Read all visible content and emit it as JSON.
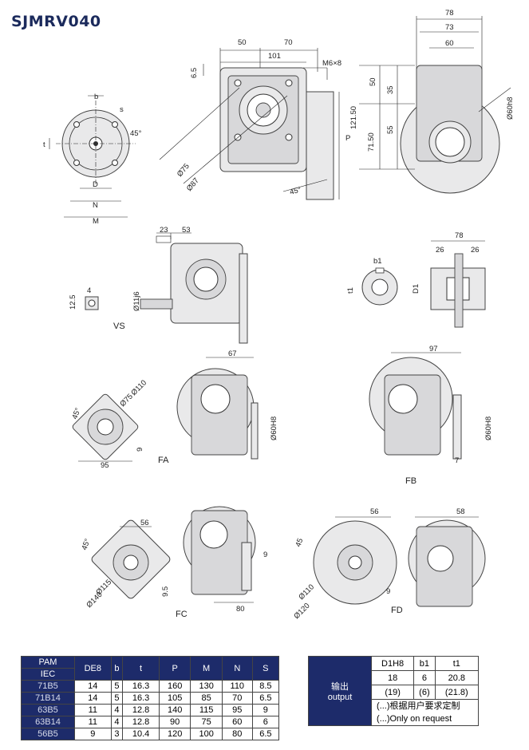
{
  "title": "SJMRV040",
  "labels": {
    "vs": "VS",
    "fa": "FA",
    "fb": "FB",
    "fc": "FC",
    "fd": "FD"
  },
  "dims": {
    "top_78": "78",
    "top_73": "73",
    "top_60": "60",
    "top_50": "50",
    "top_70": "70",
    "top_101": "101",
    "m6x8": "M6×8",
    "d6_5": "6.5",
    "d121_50": "121.50",
    "d71_50": "71.50",
    "d50": "50",
    "d35": "35",
    "d55": "55",
    "phi60h8": "Ø60h8",
    "phi75": "Ø75",
    "phi87": "Ø87",
    "deg45": "45°",
    "p": "P",
    "b": "b",
    "s": "s",
    "t": "t",
    "d": "D",
    "n": "N",
    "m": "M",
    "vs_23": "23",
    "vs_53": "53",
    "vs_4": "4",
    "vs_12_5": "12.5",
    "vs_phi11h6": "Ø11j6",
    "b1": "b1",
    "t1": "t1",
    "d1": "D1",
    "s_78": "78",
    "s_26a": "26",
    "s_26b": "26",
    "fa_67": "67",
    "fa_phi110": "Ø110",
    "fa_phi75": "Ø75",
    "fa_45": "45°",
    "fa_95": "95",
    "fa_9": "9",
    "fa_phi60h8": "Ø60H8",
    "fb_97": "97",
    "fb_phi60h8": "Ø60H8",
    "fb_7": "7",
    "fc_56": "56",
    "fc_45": "45°",
    "fc_phi115": "Ø115",
    "fc_phi140": "Ø140",
    "fc_9_5": "9.5",
    "fc_9": "9",
    "fc_80": "80",
    "fd_56": "56",
    "fd_45": "45",
    "fd_phi110": "Ø110",
    "fd_phi120": "Ø120",
    "fd_9": "9",
    "fd_58": "58"
  },
  "pam_table": {
    "header_pam": "PAM",
    "header_iec": "IEC",
    "columns": [
      "DE8",
      "b",
      "t",
      "P",
      "M",
      "N",
      "S"
    ],
    "rows": [
      {
        "iec": "71B5",
        "values": [
          "14",
          "5",
          "16.3",
          "160",
          "130",
          "110",
          "8.5"
        ]
      },
      {
        "iec": "71B14",
        "values": [
          "14",
          "5",
          "16.3",
          "105",
          "85",
          "70",
          "6.5"
        ]
      },
      {
        "iec": "63B5",
        "values": [
          "11",
          "4",
          "12.8",
          "140",
          "115",
          "95",
          "9"
        ]
      },
      {
        "iec": "63B14",
        "values": [
          "11",
          "4",
          "12.8",
          "90",
          "75",
          "60",
          "6"
        ]
      },
      {
        "iec": "56B5",
        "values": [
          "9",
          "3",
          "10.4",
          "120",
          "100",
          "80",
          "6.5"
        ]
      }
    ]
  },
  "output_table": {
    "label_cn": "输出",
    "label_en": "output",
    "columns": [
      "D1H8",
      "b1",
      "t1"
    ],
    "rows": [
      [
        "18",
        "6",
        "20.8"
      ],
      [
        "(19)",
        "(6)",
        "(21.8)"
      ]
    ],
    "note_cn": "(...)根据用户要求定制",
    "note_en": "(...)Only on request"
  }
}
